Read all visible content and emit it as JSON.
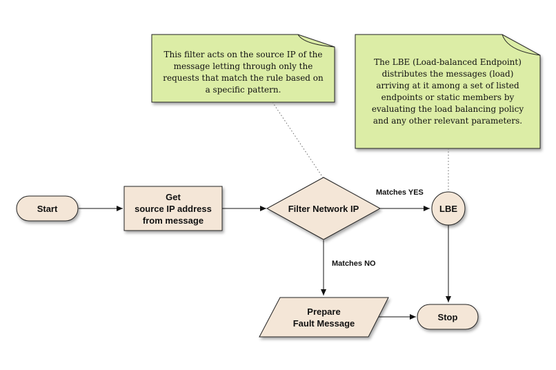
{
  "colors": {
    "node_fill": "#F4E6D7",
    "note_fill": "#DCEDA6",
    "stroke": "#222222"
  },
  "nodes": {
    "start": "Start",
    "get_ip": "Get\nsource IP address\nfrom message",
    "filter": "Filter Network IP",
    "lbe": "LBE",
    "fault": "Prepare\nFault Message",
    "stop": "Stop"
  },
  "edges": {
    "matches_yes": "Matches YES",
    "matches_no": "Matches NO"
  },
  "notes": {
    "filter_note": "This filter acts on the source IP of the\nmessage letting through only the\nrequests that match the rule based on\na specific pattern.",
    "lbe_note": "The LBE (Load-balanced Endpoint)\ndistributes the messages (load)\narriving at it among a set of listed\nendpoints or static members by\nevaluating the load balancing policy\nand any other relevant parameters."
  }
}
